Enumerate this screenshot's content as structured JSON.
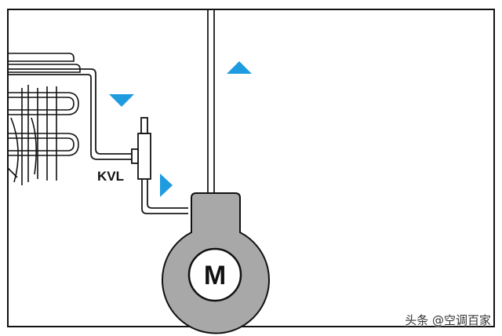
{
  "diagram": {
    "valve_label": "KVL",
    "motor_label": "M",
    "colors": {
      "frame": "#111111",
      "pipe": "#1a1a1a",
      "motor_fill": "#a8a8a8",
      "motor_inner": "#ffffff",
      "arrow": "#1f9be0",
      "background": "#ffffff"
    },
    "arrows": [
      {
        "name": "flow-arrow-down",
        "direction": "down"
      },
      {
        "name": "flow-arrow-right",
        "direction": "right"
      },
      {
        "name": "flow-arrow-up",
        "direction": "up"
      }
    ]
  },
  "watermark": {
    "text": "头条 @空调百家"
  }
}
